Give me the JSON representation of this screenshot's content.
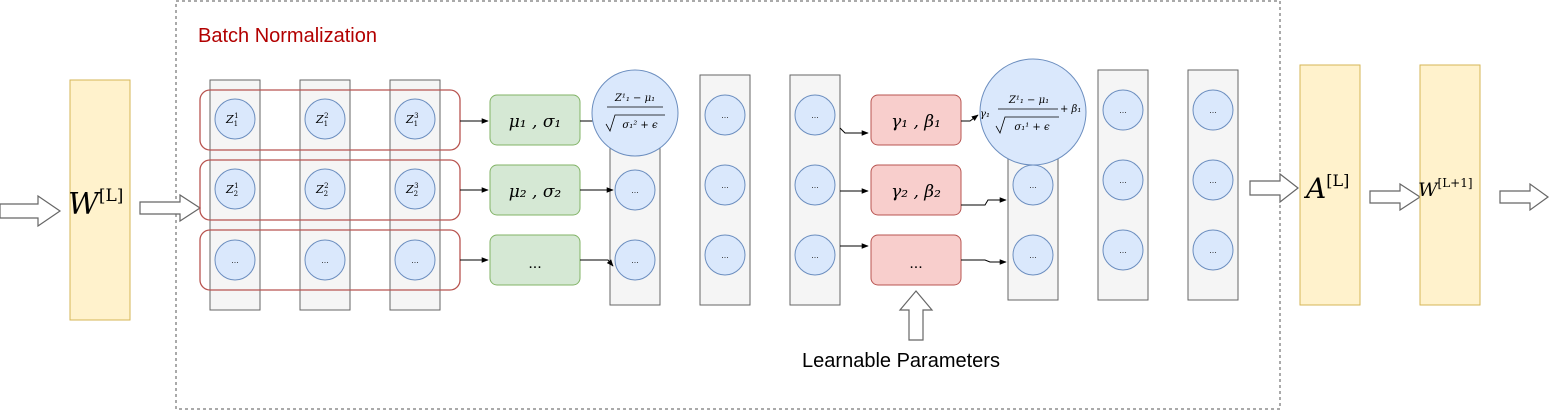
{
  "title": "Batch Normalization",
  "learnable_label": "Learnable Parameters",
  "w_l": {
    "base": "W",
    "sup": "[L]"
  },
  "a_l": {
    "base": "A",
    "sup": "[L]"
  },
  "w_l1": {
    "base": "W",
    "sup": "[L+1]"
  },
  "ellipsis": "...",
  "z_row1": [
    "Z",
    "Z",
    "Z"
  ],
  "stats": [
    {
      "text": "μ₁ , σ₁"
    },
    {
      "text": "μ₂ , σ₂"
    },
    {
      "text": "..."
    }
  ],
  "params": [
    {
      "text": "γ₁ , β₁"
    },
    {
      "text": "γ₂ , β₂"
    },
    {
      "text": "..."
    }
  ],
  "norm_formula": {
    "num": "Z¹₁ − μ₁",
    "den": "σ₁² + ϵ"
  },
  "scale_formula": {
    "gamma": "γ₁",
    "num": "Z¹₁ − μ₁",
    "den": "σ₁¹ + ϵ",
    "tail": "+ β₁"
  },
  "colors": {
    "yellow_fill": "#fff2cc",
    "yellow_stroke": "#d6b656",
    "green_fill": "#d5e8d4",
    "green_stroke": "#82b366",
    "red_fill": "#f8cecc",
    "red_stroke": "#b85450",
    "blue_fill": "#dae8fc",
    "blue_stroke": "#6c8ebf",
    "title": "#b20000"
  }
}
